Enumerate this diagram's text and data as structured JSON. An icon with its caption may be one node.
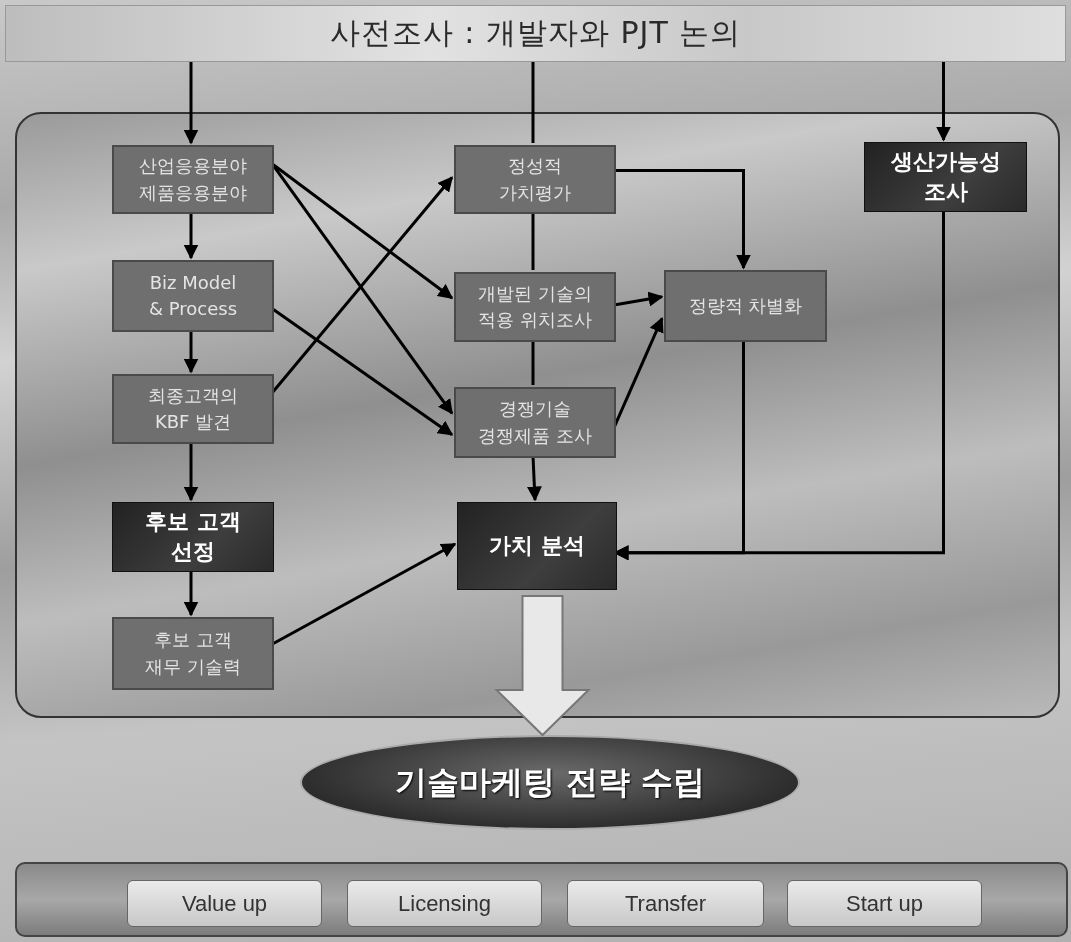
{
  "diagram": {
    "nodes": [
      {
        "text": [
          "사전조사 : 개발자와 PJT 논의"
        ]
      },
      {
        "text": [],
        "shape": "box"
      },
      {
        "text": [
          "산업응용분야 제품응용분야"
        ],
        "in": 1
      },
      {
        "text": [
          "Biz Model & Process"
        ],
        "in": 1
      },
      {
        "text": [
          "최종고객의 KBF 발견"
        ],
        "in": 1
      },
      {
        "text": [
          "후보 고객 선정"
        ],
        "in": 1
      },
      {
        "text": [
          "후보 고객 재무 기술력"
        ],
        "in": 1
      },
      {
        "text": [
          "정성적 가치평가"
        ],
        "in": 1
      },
      {
        "text": [
          "개발된 기술의 적용 위치조사"
        ],
        "in": 1
      },
      {
        "text": [
          "경쟁기술 경쟁제품 조사"
        ],
        "in": 1
      },
      {
        "text": [
          "가치 분석"
        ],
        "in": 1
      },
      {
        "text": [
          "정량적 차별화"
        ],
        "in": 1
      },
      {
        "text": [
          "생산가능성 조사"
        ],
        "in": 1
      },
      {
        "text": [
          "기술마케팅 전략 수립"
        ]
      },
      {
        "text": [],
        "shape": "bar"
      },
      {
        "text": [
          "Value up"
        ],
        "in": 14
      },
      {
        "text": [
          "Licensing"
        ],
        "in": 14
      },
      {
        "text": [
          "Transfer"
        ],
        "in": 14
      },
      {
        "text": [
          "Start up"
        ],
        "in": 14
      }
    ],
    "edges": [
      {
        "from": 0,
        "to": 2,
        "arrow": "to"
      },
      {
        "from": 0,
        "to": 7,
        "arrow": "none"
      },
      {
        "from": 0,
        "to": 12,
        "arrow": "to"
      },
      {
        "from": 2,
        "to": 3,
        "arrow": "to"
      },
      {
        "from": 3,
        "to": 4,
        "arrow": "to"
      },
      {
        "from": 4,
        "to": 5,
        "arrow": "to"
      },
      {
        "from": 5,
        "to": 6,
        "arrow": "to"
      },
      {
        "from": 2,
        "to": 8,
        "arrow": "to"
      },
      {
        "from": 2,
        "to": 9,
        "arrow": "to"
      },
      {
        "from": 3,
        "to": 9,
        "arrow": "to"
      },
      {
        "from": 4,
        "to": 7,
        "arrow": "to"
      },
      {
        "from": 7,
        "to": 8,
        "arrow": "none"
      },
      {
        "from": 8,
        "to": 9,
        "arrow": "none"
      },
      {
        "from": 9,
        "to": 10,
        "arrow": "to"
      },
      {
        "from": 7,
        "to": 11,
        "arrow": "to"
      },
      {
        "from": 8,
        "to": 11,
        "arrow": "to"
      },
      {
        "from": 9,
        "to": 11,
        "arrow": "to"
      },
      {
        "from": 6,
        "to": 10,
        "arrow": "to"
      },
      {
        "from": 11,
        "to": 10,
        "arrow": "to"
      },
      {
        "from": 12,
        "to": 10,
        "arrow": "to"
      },
      {
        "from": 10,
        "to": 13,
        "arrow": "to",
        "style": "thick"
      }
    ]
  }
}
